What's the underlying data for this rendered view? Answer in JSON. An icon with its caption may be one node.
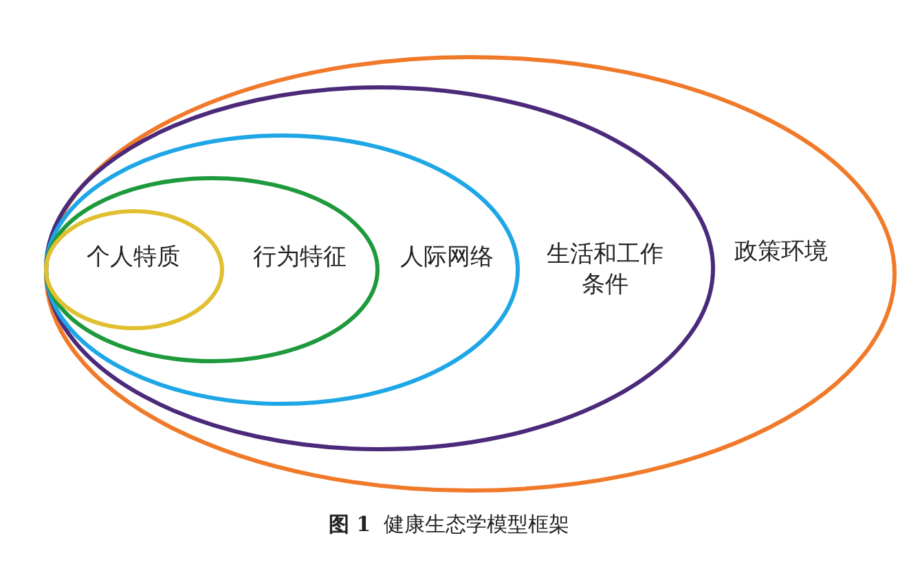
{
  "diagram": {
    "caption": "**图 1**  健康生态学模型框架",
    "nodes": [
      {
        "text": [
          "政策环境"
        ]
      },
      {
        "text": [
          "生活和工作条件"
        ],
        "in": 0
      },
      {
        "text": [
          "人际网络"
        ],
        "in": 1
      },
      {
        "text": [
          "行为特征"
        ],
        "in": 2
      },
      {
        "text": [
          "个人特质"
        ],
        "in": 3
      }
    ]
  }
}
